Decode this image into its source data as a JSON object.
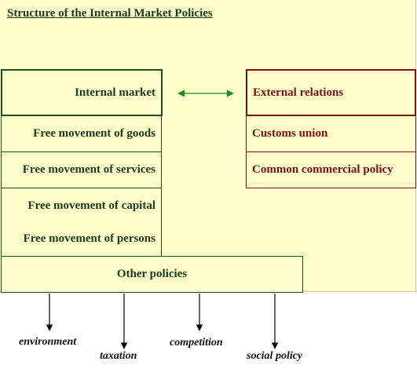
{
  "title": "Structure of the Internal Market Policies",
  "internal_market": {
    "header": "Internal market",
    "items": [
      "Free movement of goods",
      "Free movement of services",
      "Free movement of capital",
      "Free movement of persons"
    ]
  },
  "external_relations": {
    "header": "External relations",
    "items": [
      "Customs union",
      "Common commercial policy"
    ]
  },
  "other_policies": {
    "label": "Other policies",
    "outcomes": [
      "environment",
      "taxation",
      "competition",
      "social policy"
    ]
  },
  "colors": {
    "panel_bg": "#ffffcc",
    "green": "#1f4f1f",
    "red": "#7a1010",
    "arrow_green": "#1a8a1a"
  }
}
